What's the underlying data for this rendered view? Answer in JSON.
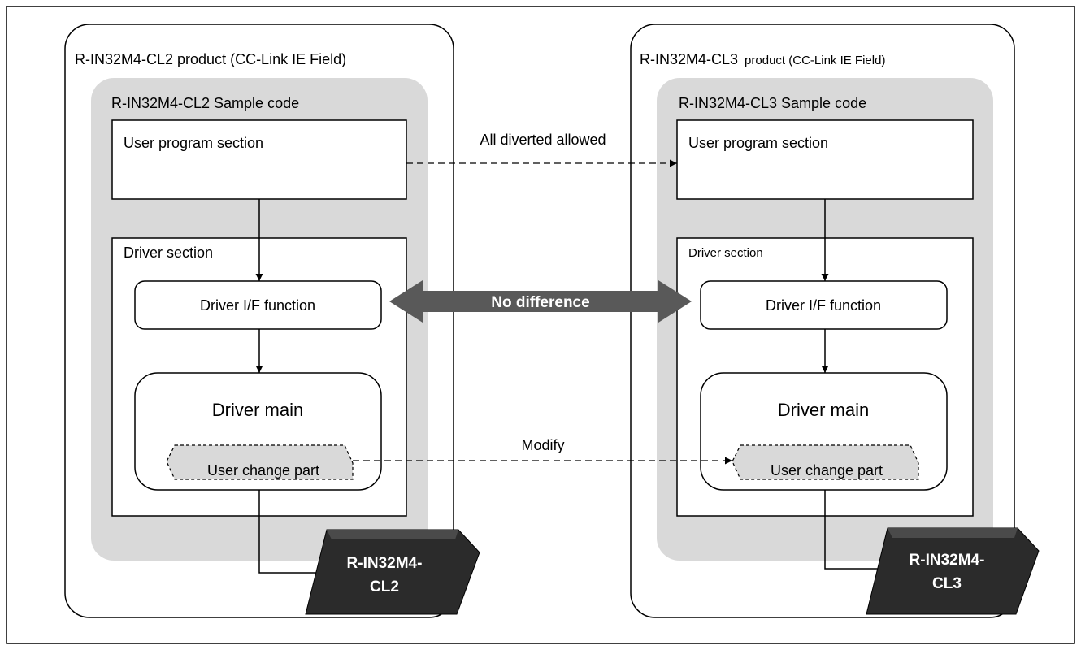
{
  "left_product": {
    "title": "R-IN32M4-CL2  product (CC-Link IE Field)",
    "sample_code_label": "R-IN32M4-CL2  Sample code",
    "user_program_label": "User program section",
    "driver_section_label": "Driver section",
    "driver_if_label": "Driver I/F function",
    "driver_main_label": "Driver main",
    "user_change_label": "User change part",
    "chip_label_line1": "R-IN32M4-",
    "chip_label_line2": "CL2"
  },
  "right_product": {
    "title": "R-IN32M4-CL3",
    "title_suffix": "product (CC-Link IE Field)",
    "sample_code_label": "R-IN32M4-CL3  Sample code",
    "user_program_label": "User program section",
    "driver_section_label": "Driver section",
    "driver_if_label": "Driver I/F function",
    "driver_main_label": "Driver main",
    "user_change_label": "User change part",
    "chip_label_line1": "R-IN32M4-",
    "chip_label_line2": "CL3"
  },
  "connectors": {
    "all_diverted_label": "All diverted allowed",
    "no_difference_label": "No difference",
    "modify_label": "Modify"
  },
  "colors": {
    "sample_code_fill": "#d9d9d9",
    "chip_fill": "#2b2b2b",
    "double_arrow_fill": "#595959"
  }
}
